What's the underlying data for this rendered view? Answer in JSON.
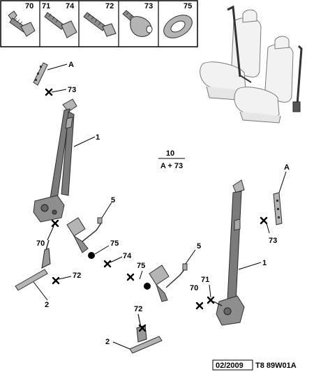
{
  "legend_cells": [
    {
      "ref": "70"
    },
    {
      "ref": "71"
    },
    {
      "ref": "74"
    },
    {
      "ref": "72"
    },
    {
      "ref": "73"
    },
    {
      "ref": "75"
    }
  ],
  "callouts": {
    "a_top": "A",
    "ref_73_top": "73",
    "ref_1_left": "1",
    "ref_70_left": "70",
    "ref_72_left": "72",
    "ref_2_left": "2",
    "ref_5_center": "5",
    "ref_75_a": "75",
    "ref_74": "74",
    "ref_75_b": "75",
    "ref_5_right": "5",
    "ref_72_bottom": "72",
    "ref_2_bottom": "2",
    "a_right": "A",
    "ref_73_right": "73",
    "ref_1_right": "1",
    "ref_71_right": "71",
    "ref_70_right": "70"
  },
  "fraction": {
    "numerator": "10",
    "denominator": "A + 73"
  },
  "footer": {
    "date": "02/2009",
    "code": "T8 89W01A"
  }
}
